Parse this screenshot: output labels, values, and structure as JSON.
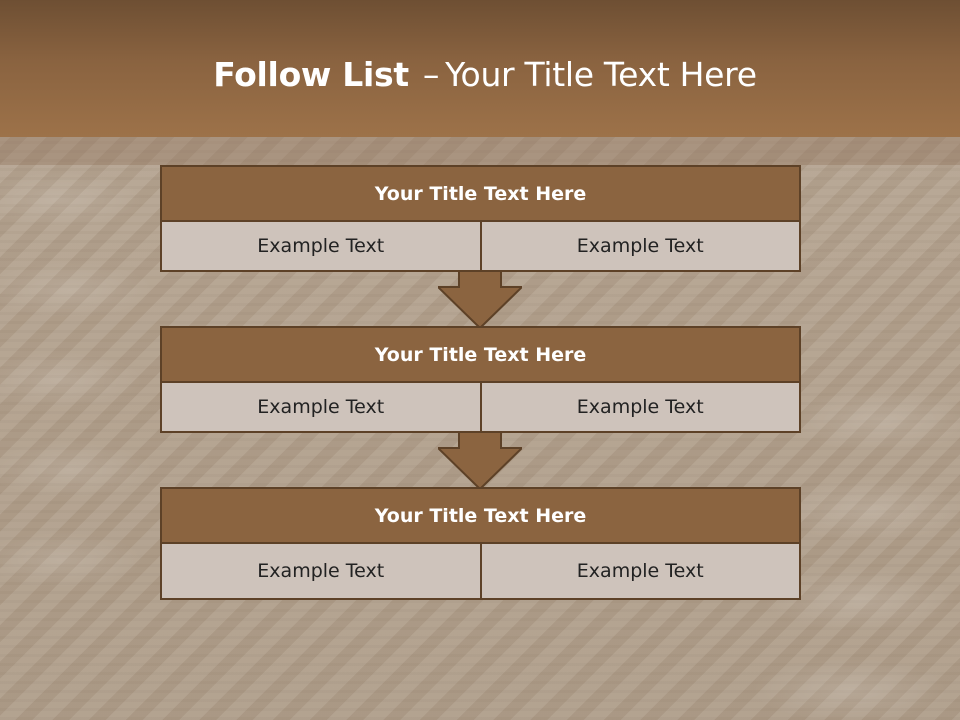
{
  "slide": {
    "title_bold": "Follow List",
    "title_dash": "–",
    "title_rest": "Your Title Text Here"
  },
  "blocks": [
    {
      "title": "Your Title Text Here",
      "left_text": "Example Text",
      "right_text": "Example Text"
    },
    {
      "title": "Your Title Text Here",
      "left_text": "Example Text",
      "right_text": "Example Text"
    },
    {
      "title": "Your Title Text Here",
      "left_text": "Example Text",
      "right_text": "Example Text"
    }
  ],
  "icons": {
    "arrow_1": "down-arrow-icon",
    "arrow_2": "down-arrow-icon"
  },
  "colors": {
    "header": "#8a6340",
    "block_title_fill": "#8b6440",
    "block_border": "#5d4127",
    "cell_fill": "#cec3bb",
    "arrow_fill": "#8b6440"
  }
}
